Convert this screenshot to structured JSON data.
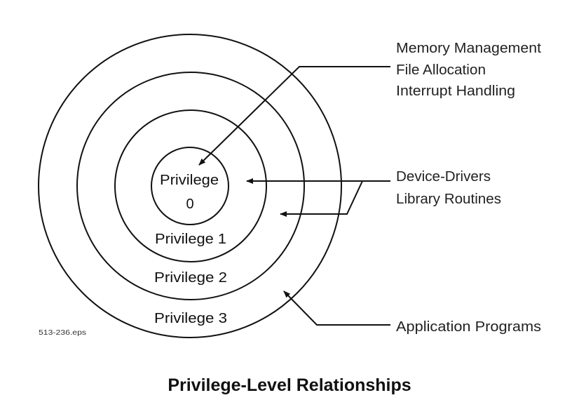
{
  "rings": [
    {
      "label_line1": "Privilege",
      "label_line2": "0"
    },
    {
      "label": "Privilege 1"
    },
    {
      "label": "Privilege 2"
    },
    {
      "label": "Privilege 3"
    }
  ],
  "callouts": {
    "ring0": [
      "Memory Management",
      "File Allocation",
      "Interrupt Handling"
    ],
    "ring1_2": [
      "Device-Drivers",
      "Library Routines"
    ],
    "ring3": [
      "Application Programs"
    ]
  },
  "figure_ref": "513-236.eps",
  "title": "Privilege-Level Relationships"
}
